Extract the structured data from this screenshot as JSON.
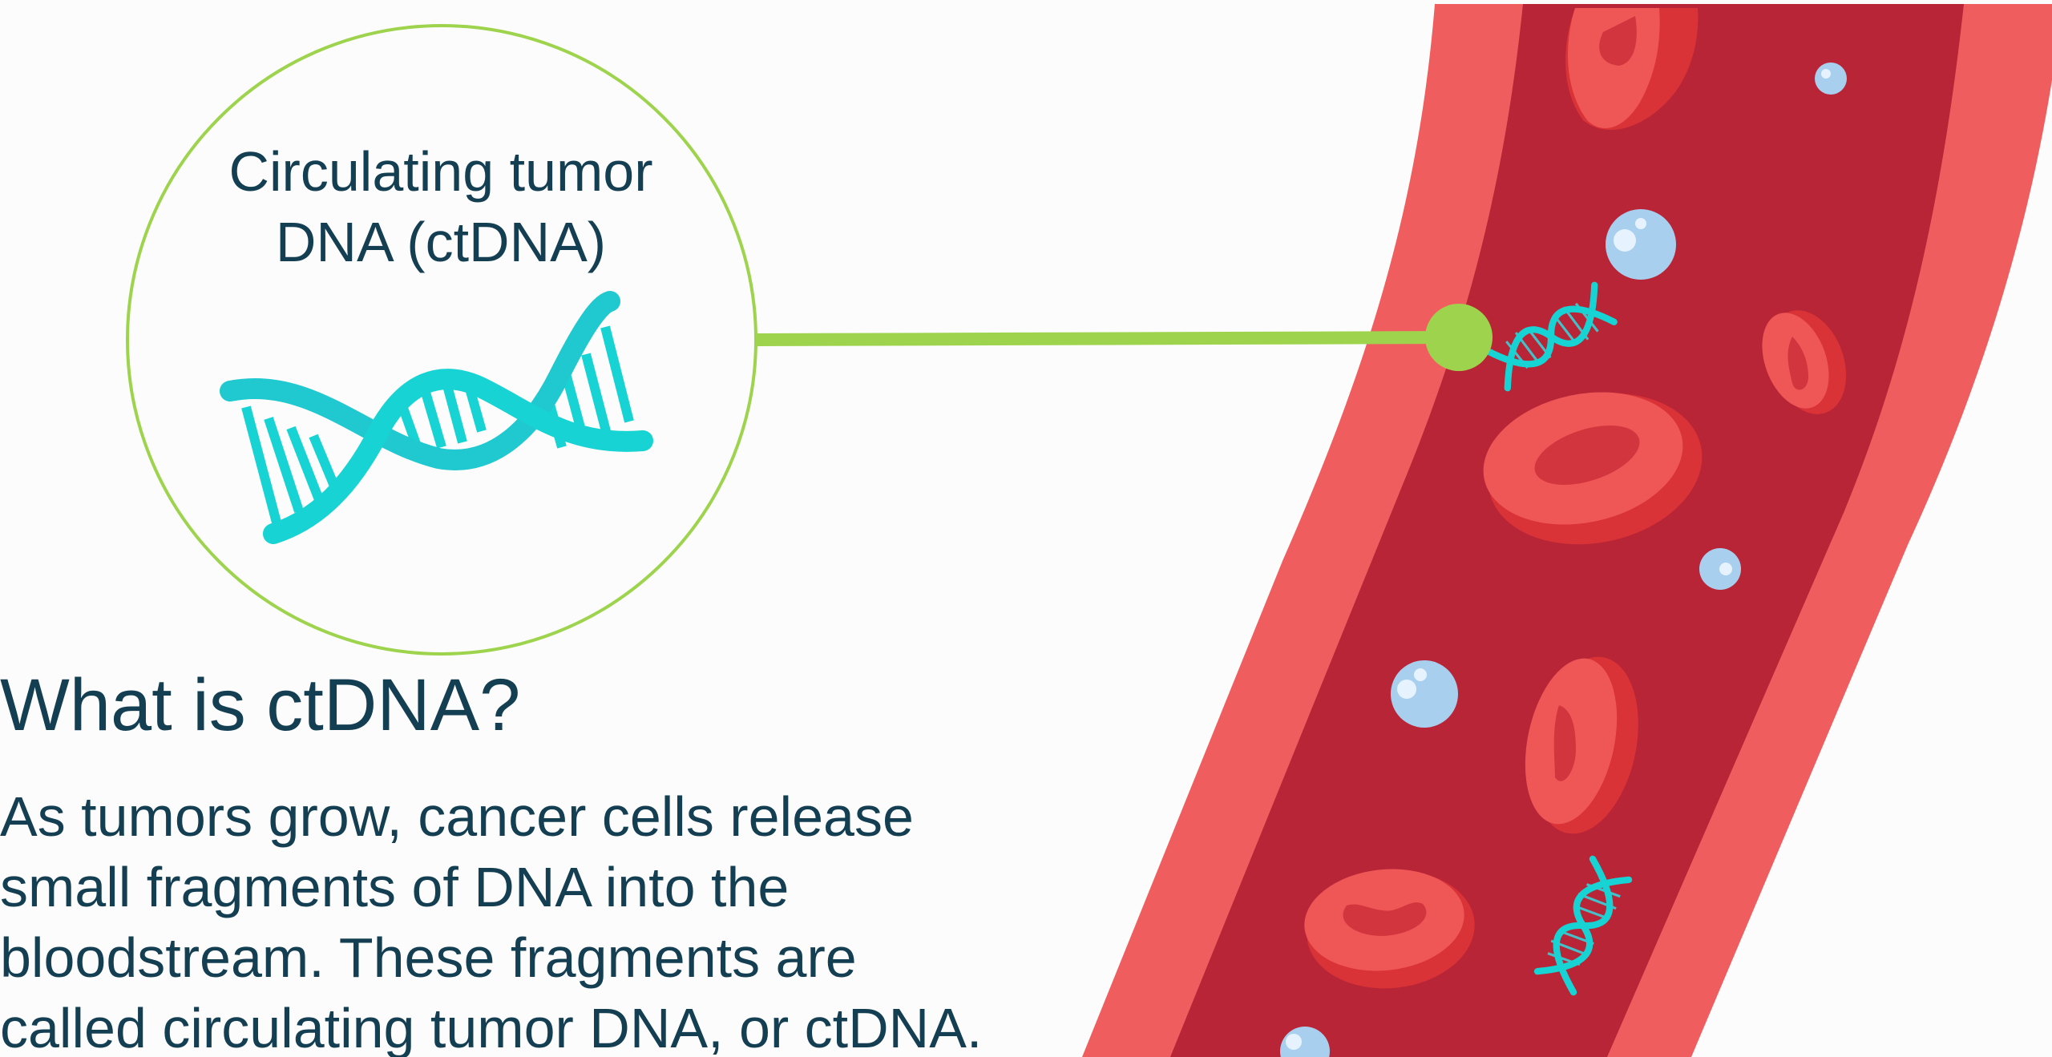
{
  "callout": {
    "label_line1": "Circulating tumor",
    "label_line2": "DNA (ctDNA)"
  },
  "content": {
    "heading": "What is ctDNA?",
    "paragraph_lines": [
      "As tumors grow, cancer cells release",
      "small fragments of DNA into the",
      "bloodstream. These fragments are",
      "called circulating tumor DNA, or ctDNA."
    ]
  },
  "icons": {
    "dna_helix": "dna-icon",
    "red_blood_cell": "red-blood-cell-icon",
    "white_cell": "white-cell-icon"
  },
  "colors": {
    "background": "#fdfcfc",
    "text": "#143f52",
    "vessel_wall": "#f05d5e",
    "vessel_lumen": "#b72536",
    "red_cell": "#ef5656",
    "red_cell_shadow": "#d93237",
    "red_cell_center": "#d2353d",
    "dna": "#17d3d3",
    "callout_line": "#9ed44d",
    "white_cell": "#a9cfef",
    "white_cell_highlight": "#e6f3fe"
  }
}
